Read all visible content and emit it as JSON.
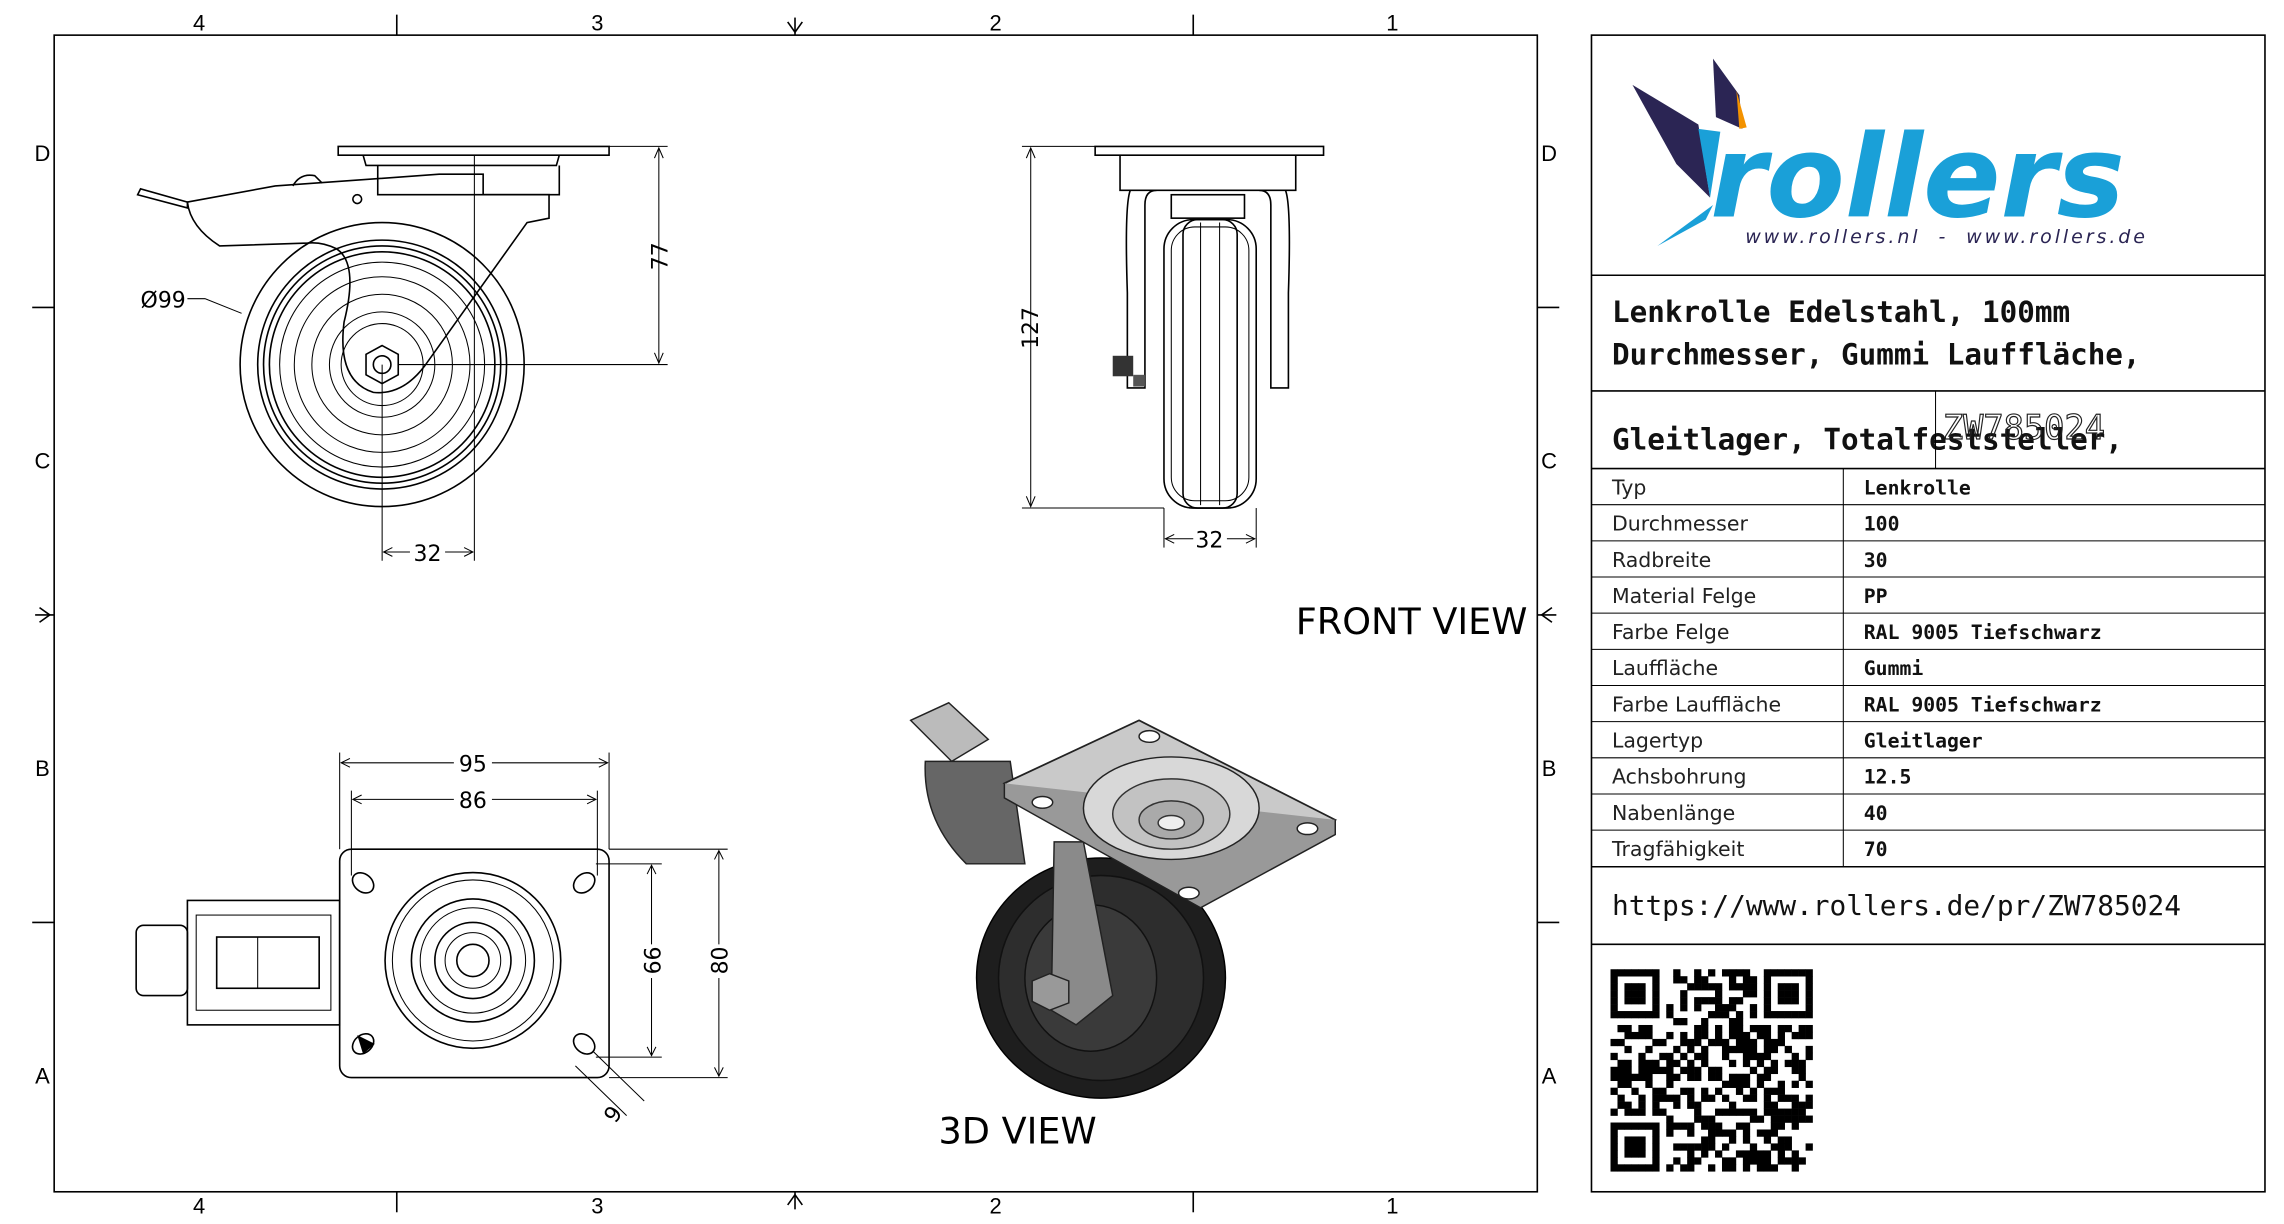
{
  "zones": {
    "columns": [
      "4",
      "3",
      "2",
      "1"
    ],
    "rows": [
      "D",
      "C",
      "B",
      "A"
    ]
  },
  "views": {
    "front": "FRONT VIEW",
    "iso": "3D VIEW"
  },
  "dimensions": {
    "side_diameter": "Ø99",
    "side_height": "77",
    "side_offset": "32",
    "front_height": "127",
    "front_width": "32",
    "top_w95": "95",
    "top_w86": "86",
    "top_h66": "66",
    "top_h80": "80",
    "top_hole": "9"
  },
  "logo": {
    "text": "rollers",
    "websites": "www.rollers.nl  -  www.rollers.de",
    "colors": {
      "primary": "#1aa0d8",
      "dark": "#2b2554",
      "accent": "#f39200"
    }
  },
  "title": {
    "line1": "Lenkrolle Edelstahl, 100mm",
    "line2": "Durchmesser, Gummi Lauffläche,",
    "line3": "Gleitlager, Totalfeststeller,",
    "part_number": "ZW785024"
  },
  "specs": [
    {
      "label": "Typ",
      "value": "Lenkrolle"
    },
    {
      "label": "Durchmesser",
      "value": "100"
    },
    {
      "label": "Radbreite",
      "value": "30"
    },
    {
      "label": "Material Felge",
      "value": "PP"
    },
    {
      "label": "Farbe Felge",
      "value": "RAL 9005 Tiefschwarz"
    },
    {
      "label": "Lauffläche",
      "value": "Gummi"
    },
    {
      "label": "Farbe Lauffläche",
      "value": "RAL 9005 Tiefschwarz"
    },
    {
      "label": "Lagertyp",
      "value": "Gleitlager"
    },
    {
      "label": "Achsbohrung",
      "value": "12.5"
    },
    {
      "label": "Nabenlänge",
      "value": "40"
    },
    {
      "label": "Tragfähigkeit",
      "value": "70"
    }
  ],
  "url": "https://www.rollers.de/pr/ZW785024"
}
